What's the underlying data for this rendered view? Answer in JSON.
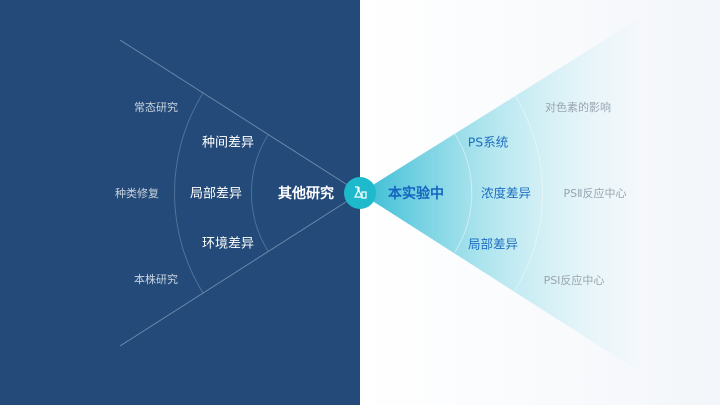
{
  "colors": {
    "left_bg": "#234a78",
    "hub": "#1fb9cc",
    "cone": "#3cc3d8",
    "accent_text": "#1565c0"
  },
  "hub_icon": "lab-flask-icon",
  "left": {
    "center": "其他研究",
    "middle": [
      "种间差异",
      "局部差异",
      "环境差异"
    ],
    "outer": [
      "常态研究",
      "种类修复",
      "本株研究"
    ]
  },
  "right": {
    "center": "本实验中",
    "middle": [
      "PS系统",
      "浓度差异",
      "局部差异"
    ],
    "outer": [
      "对色素的影响",
      "PSⅡ反应中心",
      "PSI反应中心"
    ]
  }
}
